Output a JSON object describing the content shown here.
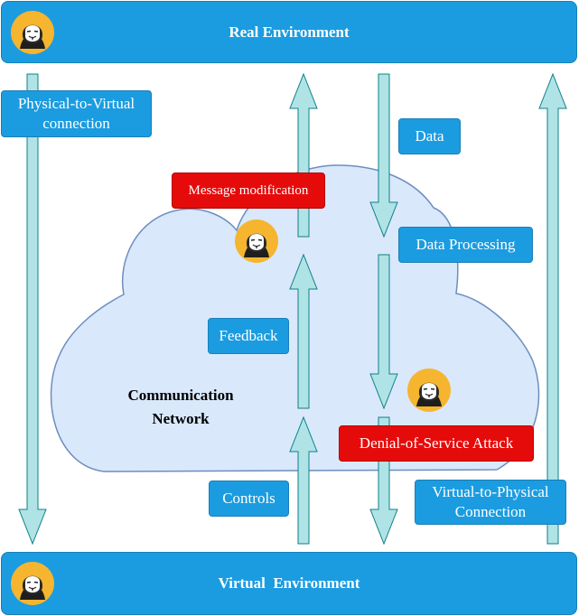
{
  "top_bar": {
    "title": "Real Environment"
  },
  "bottom_bar": {
    "title": "Virtual  Environment"
  },
  "cloud": {
    "line1": "Communication",
    "line2": "Network"
  },
  "labels": {
    "physical_to_virtual_1": "Physical-to-Virtual",
    "physical_to_virtual_2": "connection",
    "data": "Data",
    "message_modification": "Message modification",
    "data_processing": "Data Processing",
    "feedback": "Feedback",
    "denial_of_service": "Denial-of-Service Attack",
    "controls": "Controls",
    "virtual_to_physical_1": "Virtual-to-Physical",
    "virtual_to_physical_2": "Connection"
  },
  "colors": {
    "bar_blue": "#1b9ce0",
    "attack_red": "#e60b0b",
    "cloud_fill": "#dae8fc",
    "cloud_stroke": "#6c8ebf",
    "arrow_fill": "#b0e3e6",
    "arrow_stroke": "#0e8088",
    "hacker_badge": "#f5b52f"
  },
  "icons": [
    "hacker-icon"
  ]
}
